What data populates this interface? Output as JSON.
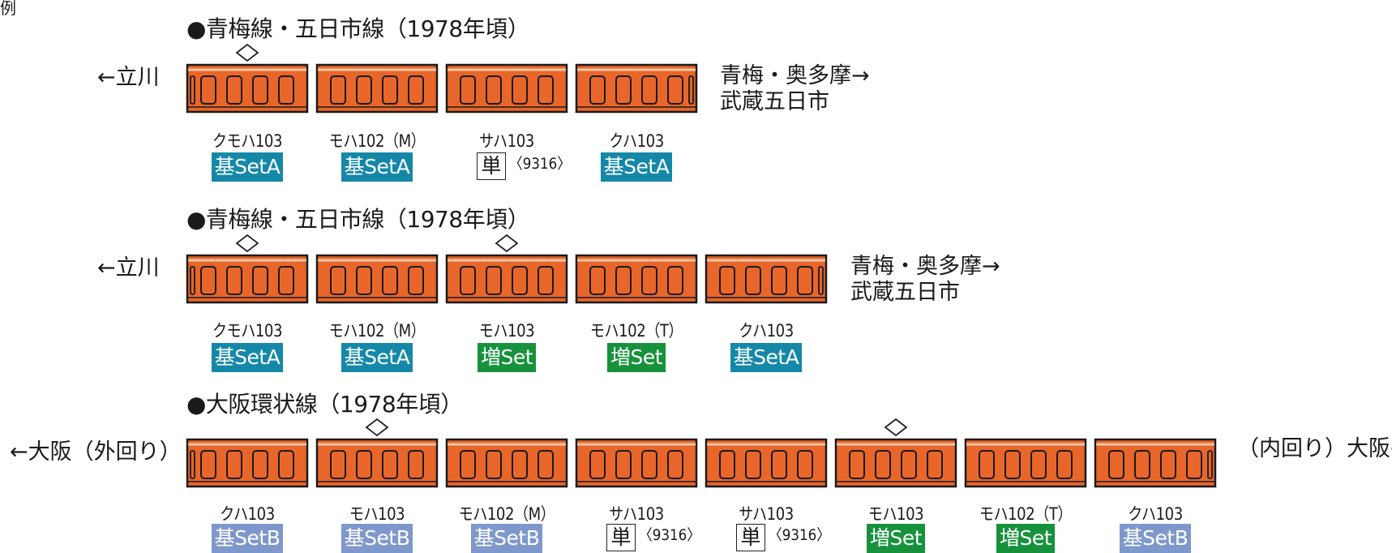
{
  "corner_text": "例",
  "colors": {
    "car_body": "#e8662a",
    "outline": "#1a1a1a",
    "roof": "#f2c6a6",
    "base_set": "#1588a8",
    "add_set": "#17923c",
    "setB": "#7f98cc"
  },
  "formations": [
    {
      "title": "●青梅線・五日市線（1978年頃）",
      "left_dir": "←立川",
      "right_dir": [
        "青梅・奥多摩→",
        "武蔵五日市"
      ],
      "cars": [
        {
          "name": "クモハ103",
          "pantograph": true,
          "cab": "left",
          "badge": {
            "type": "base",
            "text": "基SetA"
          }
        },
        {
          "name": "モハ102（M）",
          "pantograph": false,
          "cab": "none",
          "badge": {
            "type": "base",
            "text": "基SetA"
          }
        },
        {
          "name": "サハ103",
          "pantograph": false,
          "cab": "none",
          "badge": {
            "type": "single",
            "text": "単",
            "number": "〈9316〉"
          }
        },
        {
          "name": "クハ103",
          "pantograph": false,
          "cab": "right",
          "badge": {
            "type": "base",
            "text": "基SetA"
          }
        }
      ]
    },
    {
      "title": "●青梅線・五日市線（1978年頃）",
      "left_dir": "←立川",
      "right_dir": [
        "青梅・奥多摩→",
        "武蔵五日市"
      ],
      "cars": [
        {
          "name": "クモハ103",
          "pantograph": true,
          "cab": "left",
          "badge": {
            "type": "base",
            "text": "基SetA"
          }
        },
        {
          "name": "モハ102（M）",
          "pantograph": false,
          "cab": "none",
          "badge": {
            "type": "base",
            "text": "基SetA"
          }
        },
        {
          "name": "モハ103",
          "pantograph": true,
          "cab": "none",
          "badge": {
            "type": "add",
            "text": "増Set"
          }
        },
        {
          "name": "モハ102（T）",
          "pantograph": false,
          "cab": "none",
          "badge": {
            "type": "add",
            "text": "増Set"
          }
        },
        {
          "name": "クハ103",
          "pantograph": false,
          "cab": "right",
          "badge": {
            "type": "base",
            "text": "基SetA"
          }
        }
      ]
    },
    {
      "title": "●大阪環状線（1978年頃）",
      "left_dir": "←大阪（外回り）",
      "right_dir": [
        "（内回り）大阪→"
      ],
      "cars": [
        {
          "name": "クハ103",
          "pantograph": false,
          "cab": "left",
          "badge": {
            "type": "setB",
            "text": "基SetB"
          }
        },
        {
          "name": "モハ103",
          "pantograph": true,
          "cab": "none",
          "badge": {
            "type": "setB",
            "text": "基SetB"
          }
        },
        {
          "name": "モハ102（M）",
          "pantograph": false,
          "cab": "none",
          "badge": {
            "type": "setB",
            "text": "基SetB"
          }
        },
        {
          "name": "サハ103",
          "pantograph": false,
          "cab": "none",
          "badge": {
            "type": "single",
            "text": "単",
            "number": "〈9316〉"
          }
        },
        {
          "name": "サハ103",
          "pantograph": false,
          "cab": "none",
          "badge": {
            "type": "single",
            "text": "単",
            "number": "〈9316〉"
          }
        },
        {
          "name": "モハ103",
          "pantograph": true,
          "cab": "none",
          "badge": {
            "type": "add",
            "text": "増Set"
          }
        },
        {
          "name": "モハ102（T）",
          "pantograph": false,
          "cab": "none",
          "badge": {
            "type": "add",
            "text": "増Set"
          }
        },
        {
          "name": "クハ103",
          "pantograph": false,
          "cab": "right",
          "badge": {
            "type": "setB",
            "text": "基SetB"
          }
        }
      ]
    }
  ]
}
